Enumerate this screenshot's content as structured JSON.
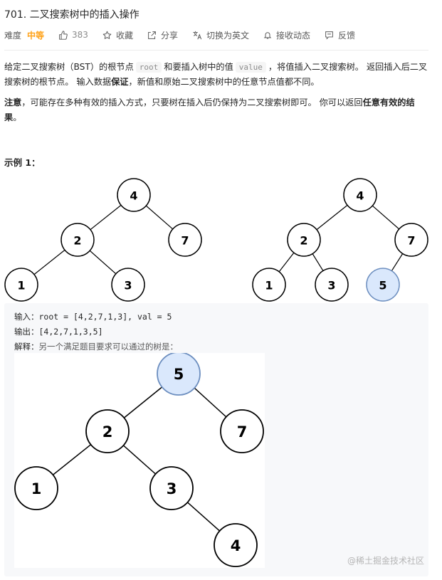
{
  "problem": {
    "title": "701. 二叉搜索树中的插入操作",
    "difficulty_label": "难度",
    "difficulty": "中等",
    "likes": "383",
    "favorite": "收藏",
    "share": "分享",
    "switch_lang": "切换为英文",
    "notify": "接收动态",
    "feedback": "反馈"
  },
  "description": {
    "p1_a": "给定二叉搜索树（BST）的根节点",
    "code_root": "root",
    "p1_b": "和要插入树中的值",
    "code_value": "value",
    "p1_c": "，将值插入二叉搜索树。 返回插入后二叉搜索树的根节点。 输入数据",
    "p1_bold": "保证",
    "p1_d": "，新值和原始二叉搜索树中的任意节点值都不同。",
    "p2_bold1": "注意",
    "p2_a": "，可能存在多种有效的插入方式，只要树在插入后仍保持为二叉搜索树即可。 你可以返回",
    "p2_bold2": "任意有效的结果",
    "p2_b": "。"
  },
  "example": {
    "title": "示例 1：",
    "input_label": "输入：",
    "input": "root = [4,2,7,1,3], val = 5",
    "output_label": "输出：",
    "output": "[4,2,7,1,3,5]",
    "explain_label": "解释：",
    "explain": "另一个满足题目要求可以通过的树是："
  },
  "trees": {
    "original": [
      "4",
      "2",
      "7",
      "1",
      "3"
    ],
    "inserted": [
      "4",
      "2",
      "7",
      "1",
      "3",
      "5"
    ],
    "alternative": [
      "5",
      "2",
      "7",
      "1",
      "3",
      "4"
    ],
    "highlight_fill": "#dae8fc",
    "highlight_stroke": "#6c8ebf"
  },
  "watermark": "@稀土掘金技术社区",
  "colors": {
    "accent": "#ffa116",
    "text": "#262626",
    "muted": "#595959",
    "code_bg": "#f7f8fa"
  }
}
